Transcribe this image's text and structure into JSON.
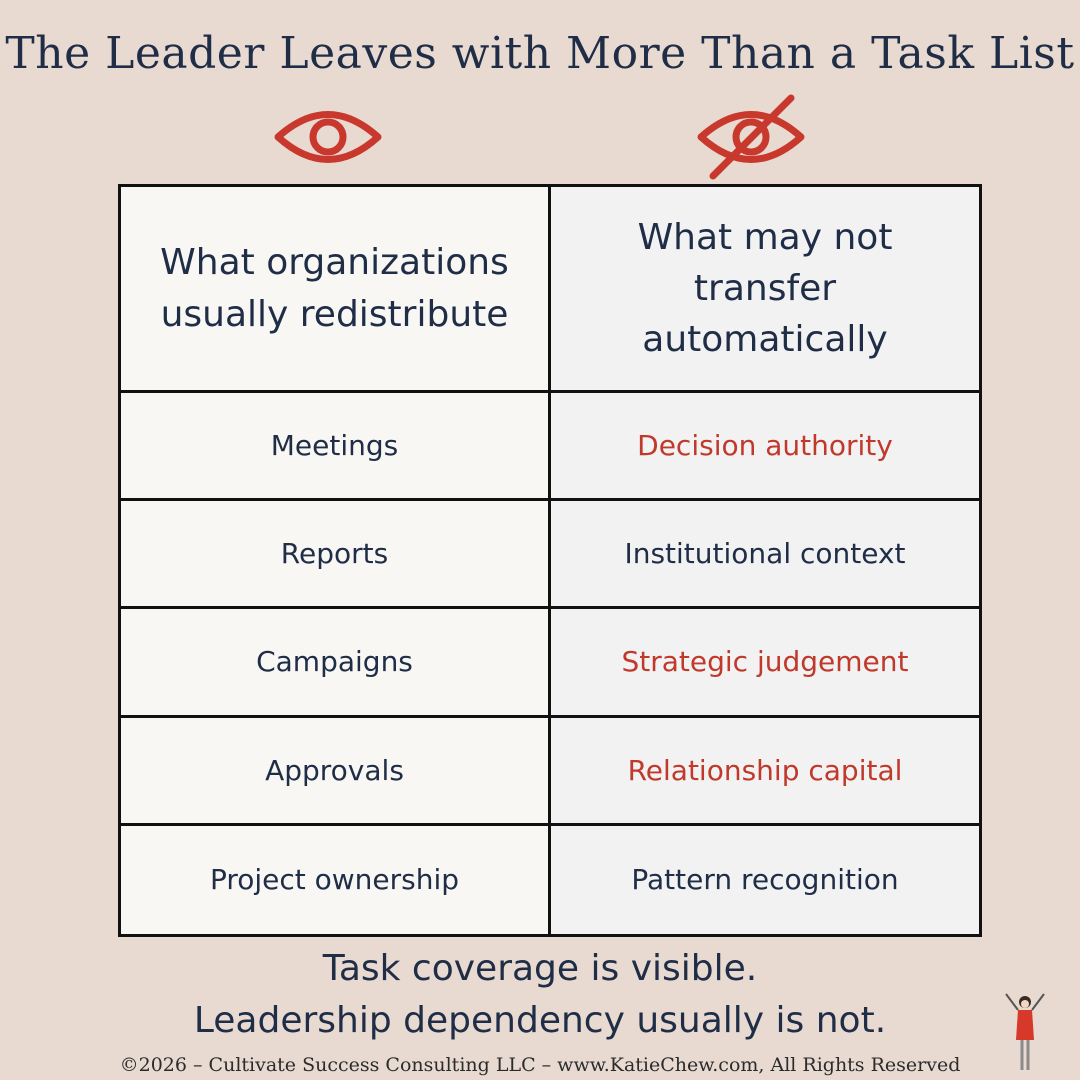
{
  "title": "The Leader Leaves with More Than a Task List",
  "icons": {
    "left": "eye-icon",
    "right": "eye-slash-icon",
    "color": "#c8382c"
  },
  "table": {
    "headers": [
      "What organizations usually redistribute",
      "What may not transfer automatically"
    ],
    "rows": [
      {
        "left": "Meetings",
        "right": "Decision authority",
        "right_highlight": true
      },
      {
        "left": "Reports",
        "right": "Institutional context",
        "right_highlight": false
      },
      {
        "left": "Campaigns",
        "right": "Strategic judgement",
        "right_highlight": true
      },
      {
        "left": "Approvals",
        "right": "Relationship capital",
        "right_highlight": true
      },
      {
        "left": "Project ownership",
        "right": "Pattern recognition",
        "right_highlight": false
      }
    ]
  },
  "footer": {
    "line1": "Task coverage is visible.",
    "line2": "Leadership dependency usually is not."
  },
  "copyright": "©2026 – Cultivate Success Consulting LLC – www.KatieChew.com, All Rights Reserved",
  "colors": {
    "background": "#e8dad1",
    "text": "#1f2d47",
    "accent": "#c0392b"
  }
}
